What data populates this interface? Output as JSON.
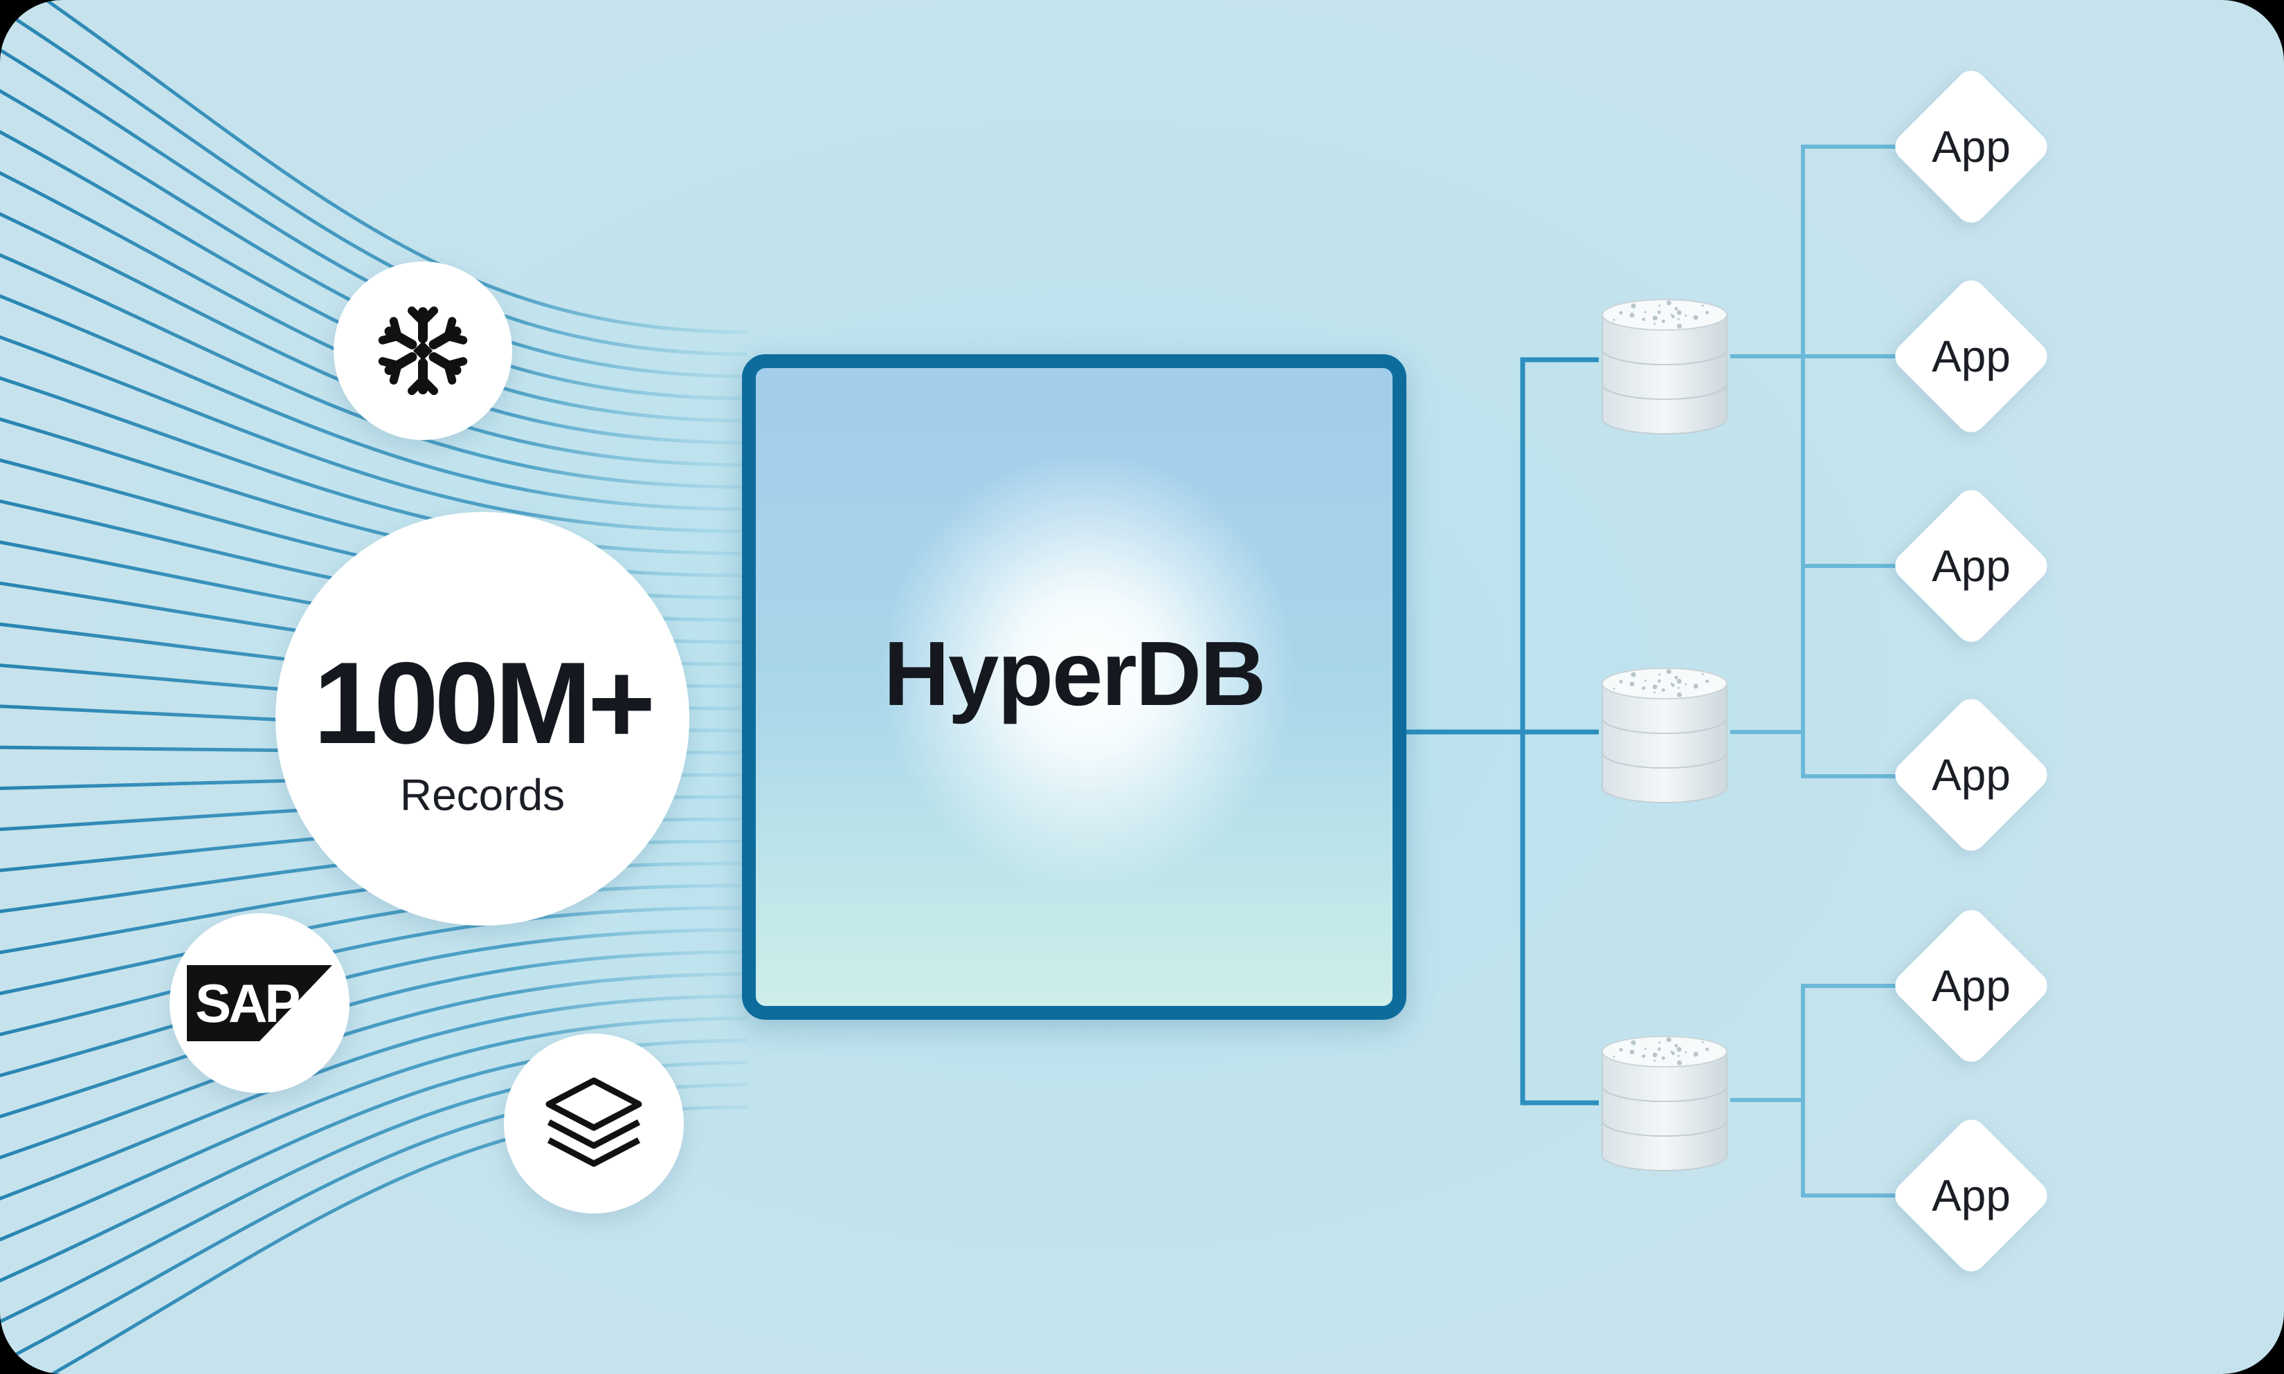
{
  "center": {
    "label": "HyperDB"
  },
  "stat": {
    "value": "100M+",
    "label": "Records"
  },
  "sources": [
    {
      "icon": "snowflake-logo-icon"
    },
    {
      "icon": "sap-logo-icon",
      "text": "SAP"
    },
    {
      "icon": "databricks-layers-icon"
    }
  ],
  "apps": [
    {
      "label": "App"
    },
    {
      "label": "App"
    },
    {
      "label": "App"
    },
    {
      "label": "App"
    },
    {
      "label": "App"
    },
    {
      "label": "App"
    }
  ],
  "databases": [
    {
      "icon": "database-icon"
    },
    {
      "icon": "database-icon"
    },
    {
      "icon": "database-icon"
    }
  ],
  "colors": {
    "background": "#c4e4ee",
    "accent": "#0e6c9d",
    "connector": "#2c8fbd",
    "app_connector": "#6cb8d8",
    "text": "#15191f"
  }
}
